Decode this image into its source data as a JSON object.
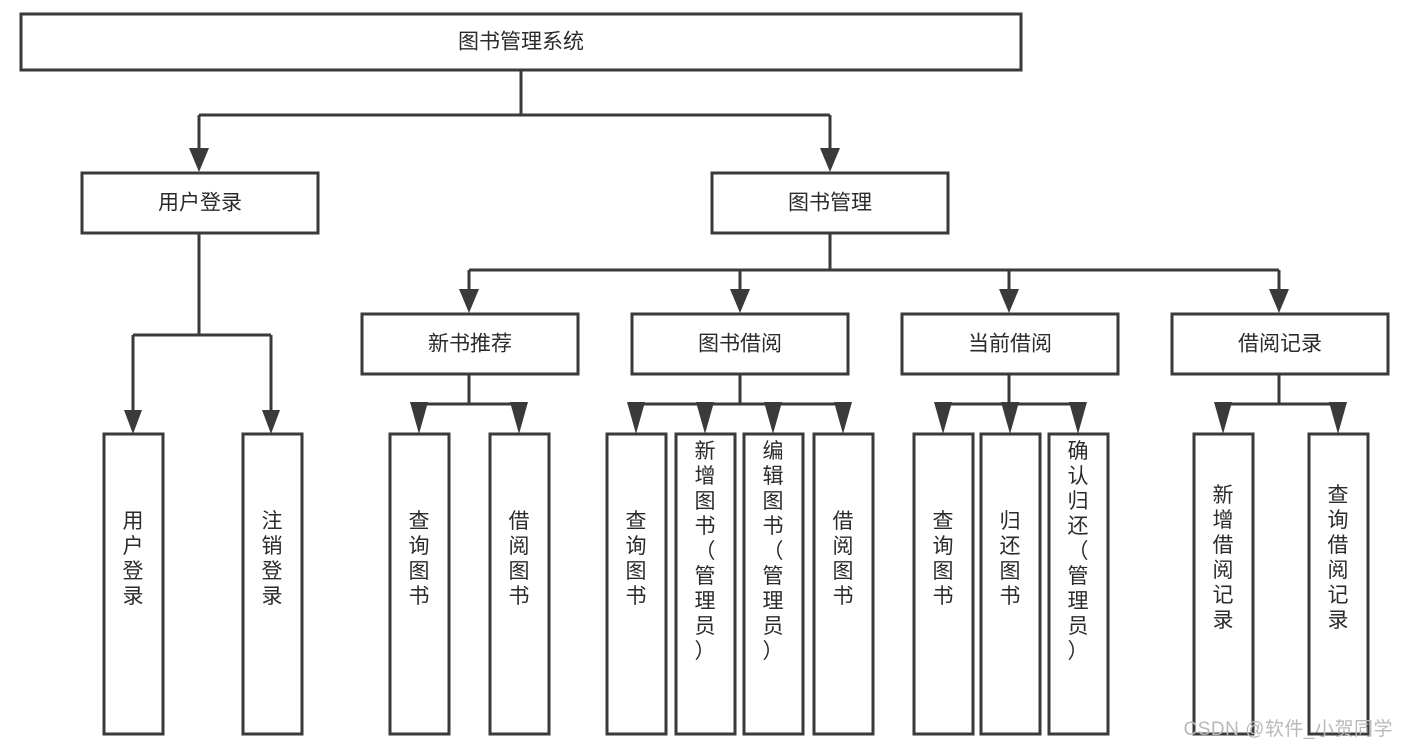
{
  "diagram": {
    "title": "图书管理系统",
    "watermark": "CSDN @软件_小贺同学",
    "type": "tree-hierarchy",
    "orientation": "top-down",
    "colors": {
      "stroke": "#3a3a3a",
      "fill": "#ffffff",
      "text": "#2b2b2b",
      "background": "#ffffff",
      "watermark": "#b9b9b9"
    },
    "root": {
      "label": "图书管理系统"
    },
    "level1": [
      {
        "label": "用户登录"
      },
      {
        "label": "图书管理"
      }
    ],
    "level2": [
      {
        "label": "新书推荐"
      },
      {
        "label": "图书借阅"
      },
      {
        "label": "当前借阅"
      },
      {
        "label": "借阅记录"
      }
    ],
    "leaves": {
      "user_login": [
        {
          "label": "用户登录"
        },
        {
          "label": "注销登录"
        }
      ],
      "new_book_recommend": [
        {
          "label": "查询图书"
        },
        {
          "label": "借阅图书"
        }
      ],
      "book_borrow": [
        {
          "label": "查询图书"
        },
        {
          "label": "新增图书（管理员）"
        },
        {
          "label": "编辑图书（管理员）"
        },
        {
          "label": "借阅图书"
        }
      ],
      "current_borrow": [
        {
          "label": "查询图书"
        },
        {
          "label": "归还图书"
        },
        {
          "label": "确认归还（管理员）"
        }
      ],
      "borrow_record": [
        {
          "label": "新增借阅记录"
        },
        {
          "label": "查询借阅记录"
        }
      ]
    }
  }
}
